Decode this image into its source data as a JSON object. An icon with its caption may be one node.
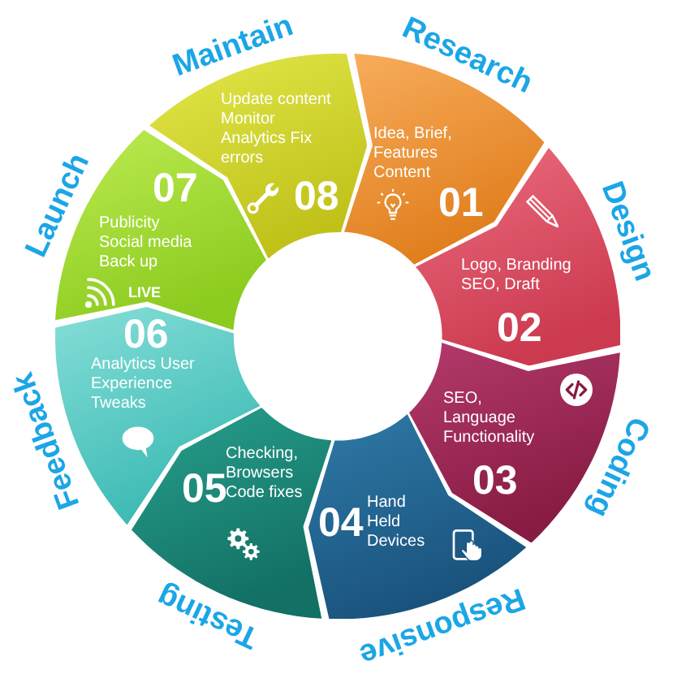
{
  "diagram": {
    "nodes": [
      {
        "text": [
          "Research",
          "Idea, Brief, Features Content",
          "01"
        ]
      },
      {
        "text": [
          "Logo, Branding SEO, Draft",
          "Design",
          "02"
        ]
      },
      {
        "text": [
          "SEO, Language Functionality",
          "03",
          "Coding"
        ]
      },
      {
        "text": [
          "04",
          "Hand Held Devices",
          "Responsive"
        ]
      },
      {
        "text": [
          "05",
          "Checking, Browsers Code fixes",
          "Testing"
        ]
      },
      {
        "text": [
          "06",
          "Feedback",
          "Analytics User Experience Tweaks"
        ]
      },
      {
        "text": [
          "Launch",
          "07",
          "Publicity Social media Back up",
          "LIVE"
        ]
      },
      {
        "text": [
          "Maintain",
          "Update content Monitor Analytics Fix errors",
          "08"
        ]
      }
    ]
  }
}
